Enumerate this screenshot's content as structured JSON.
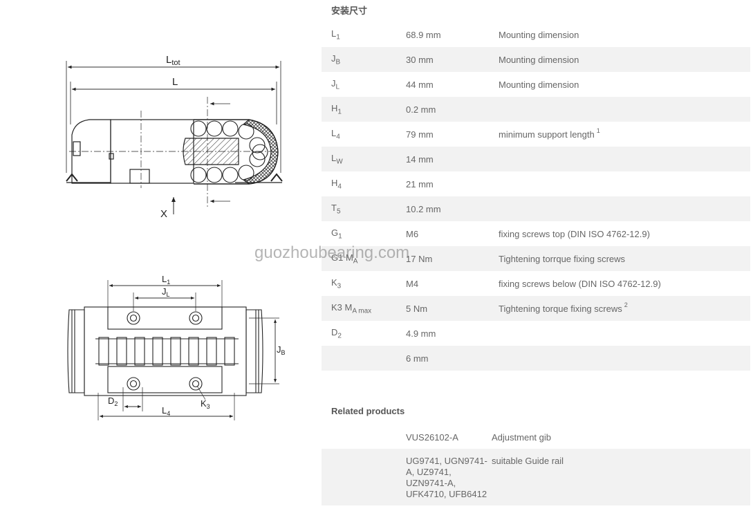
{
  "spec_heading": "安装尺寸",
  "specs": [
    {
      "base": "L",
      "sub": "1",
      "value": "68.9 mm",
      "desc": "Mounting dimension",
      "note": ""
    },
    {
      "base": "J",
      "sub": "B",
      "value": "30 mm",
      "desc": "Mounting dimension",
      "note": ""
    },
    {
      "base": "J",
      "sub": "L",
      "value": "44 mm",
      "desc": "Mounting dimension",
      "note": ""
    },
    {
      "base": "H",
      "sub": "1",
      "value": "0.2 mm",
      "desc": "",
      "note": ""
    },
    {
      "base": "L",
      "sub": "4",
      "value": "79 mm",
      "desc": "minimum support length",
      "note": "1"
    },
    {
      "base": "L",
      "sub": "W",
      "value": "14 mm",
      "desc": "",
      "note": ""
    },
    {
      "base": "H",
      "sub": "4",
      "value": "21 mm",
      "desc": "",
      "note": ""
    },
    {
      "base": "T",
      "sub": "5",
      "value": "10.2 mm",
      "desc": "",
      "note": ""
    },
    {
      "base": "G",
      "sub": "1",
      "value": "M6",
      "desc": "fixing screws top (DIN ISO 4762-12.9)",
      "note": ""
    },
    {
      "base": "G1 M",
      "sub": "A",
      "value": "17 Nm",
      "desc": "Tightening torrque fixing screws",
      "note": ""
    },
    {
      "base": "K",
      "sub": "3",
      "value": "M4",
      "desc": "fixing screws below (DIN ISO 4762-12.9)",
      "note": ""
    },
    {
      "base": "K3 M",
      "sub": "A max",
      "value": "5 Nm",
      "desc": "Tightening torque fixing screws",
      "note": "2"
    },
    {
      "base": "D",
      "sub": "2",
      "value": "4.9 mm",
      "desc": "",
      "note": ""
    },
    {
      "base": "",
      "sub": "",
      "value": "6 mm",
      "desc": "",
      "note": ""
    }
  ],
  "related_heading": "Related products",
  "related": [
    {
      "product": "VUS26102-A",
      "desc": "Adjustment gib"
    },
    {
      "product": "UG9741, UGN9741-A, UZ9741, UZN9741-A, UFK4710, UFB6412",
      "desc": "suitable Guide rail"
    }
  ],
  "watermark": "guozhoubearing.com",
  "drawing_labels": {
    "ltot": "L",
    "ltot_sub": "tot",
    "l": "L",
    "x": "X",
    "l1": "L",
    "l1_sub": "1",
    "jl": "J",
    "jl_sub": "L",
    "jb": "J",
    "jb_sub": "B",
    "d2": "D",
    "d2_sub": "2",
    "l4": "L",
    "l4_sub": "4",
    "k3": "K",
    "k3_sub": "3"
  }
}
